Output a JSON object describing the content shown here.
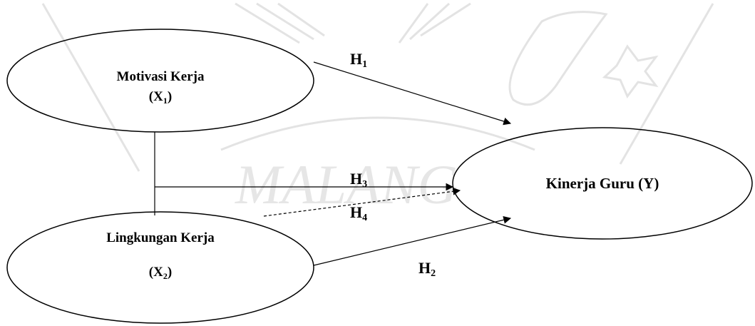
{
  "watermark": {
    "text": "MALANG"
  },
  "nodes": {
    "x1": {
      "title": "Motivasi Kerja",
      "symbol": "(X",
      "sub": "1",
      "close": ")"
    },
    "x2": {
      "title": "Lingkungan Kerja",
      "symbol": "(X",
      "sub": "2",
      "close": ")"
    },
    "y": {
      "title": "Kinerja Guru (Y)"
    }
  },
  "hypotheses": {
    "h1": {
      "letter": "H",
      "sub": "1"
    },
    "h2": {
      "letter": "H",
      "sub": "2"
    },
    "h3": {
      "letter": "H",
      "sub": "3"
    },
    "h4": {
      "letter": "H",
      "sub": "4"
    }
  },
  "colors": {
    "line": "#000000",
    "watermark": "#e3e3e3"
  }
}
